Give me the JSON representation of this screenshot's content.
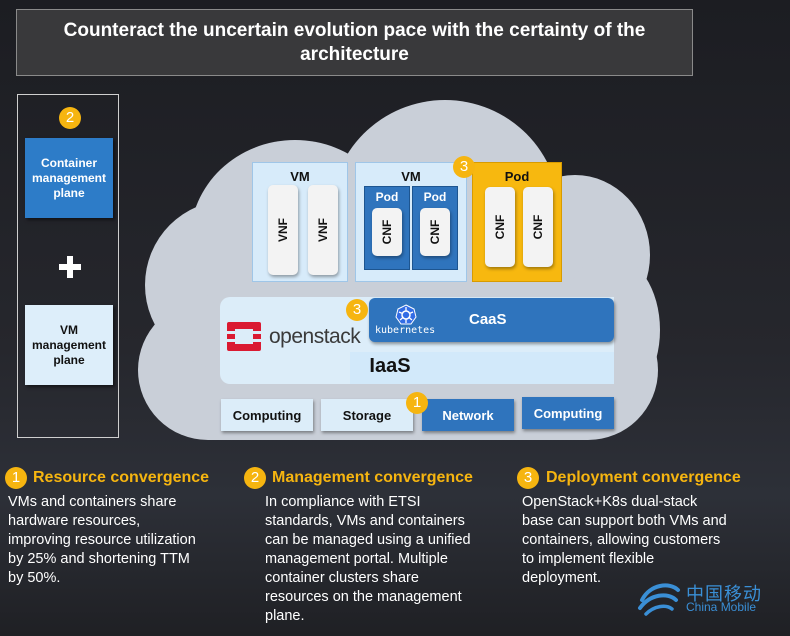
{
  "title": "Counteract the uncertain evolution pace with the certainty of the architecture",
  "left_panel": {
    "badge": "2",
    "container_plane": "Container management plane",
    "vm_plane": "VM management plane"
  },
  "vm_box_1": {
    "label": "VM",
    "items": [
      "VNF",
      "VNF"
    ]
  },
  "vm_box_2": {
    "label": "VM",
    "pods": [
      {
        "label": "Pod",
        "item": "CNF"
      },
      {
        "label": "Pod",
        "item": "CNF"
      }
    ]
  },
  "pod_box": {
    "badge": "3",
    "label": "Pod",
    "items": [
      "CNF",
      "CNF"
    ]
  },
  "caas": {
    "badge": "3",
    "label": "CaaS",
    "k8s": "kubernetes"
  },
  "iaas": {
    "label": "IaaS",
    "openstack": "openstack"
  },
  "infra": {
    "items": [
      "Computing",
      "Storage",
      "Network",
      "Computing"
    ],
    "badge": "1"
  },
  "convergence": [
    {
      "badge": "1",
      "title": "Resource convergence",
      "lines": [
        "VMs and containers share",
        "hardware resources,",
        "improving resource utilization",
        "by 25% and shortening TTM",
        "by 50%."
      ]
    },
    {
      "badge": "2",
      "title": "Management convergence",
      "lines": [
        "In compliance with ETSI",
        "standards, VMs and containers",
        "can be managed using a unified",
        "management portal. Multiple",
        "container clusters share",
        "resources on the management",
        "plane."
      ]
    },
    {
      "badge": "3",
      "title": "Deployment convergence",
      "lines": [
        "OpenStack+K8s dual-stack",
        "base can support both VMs and",
        "containers, allowing customers",
        "to implement flexible",
        "deployment."
      ]
    }
  ],
  "logo": {
    "cn": "中国移动",
    "en": "China Mobile"
  },
  "colors": {
    "accent": "#f6b510",
    "blue": "#2f74bd",
    "light_blue": "#dcedf9"
  }
}
